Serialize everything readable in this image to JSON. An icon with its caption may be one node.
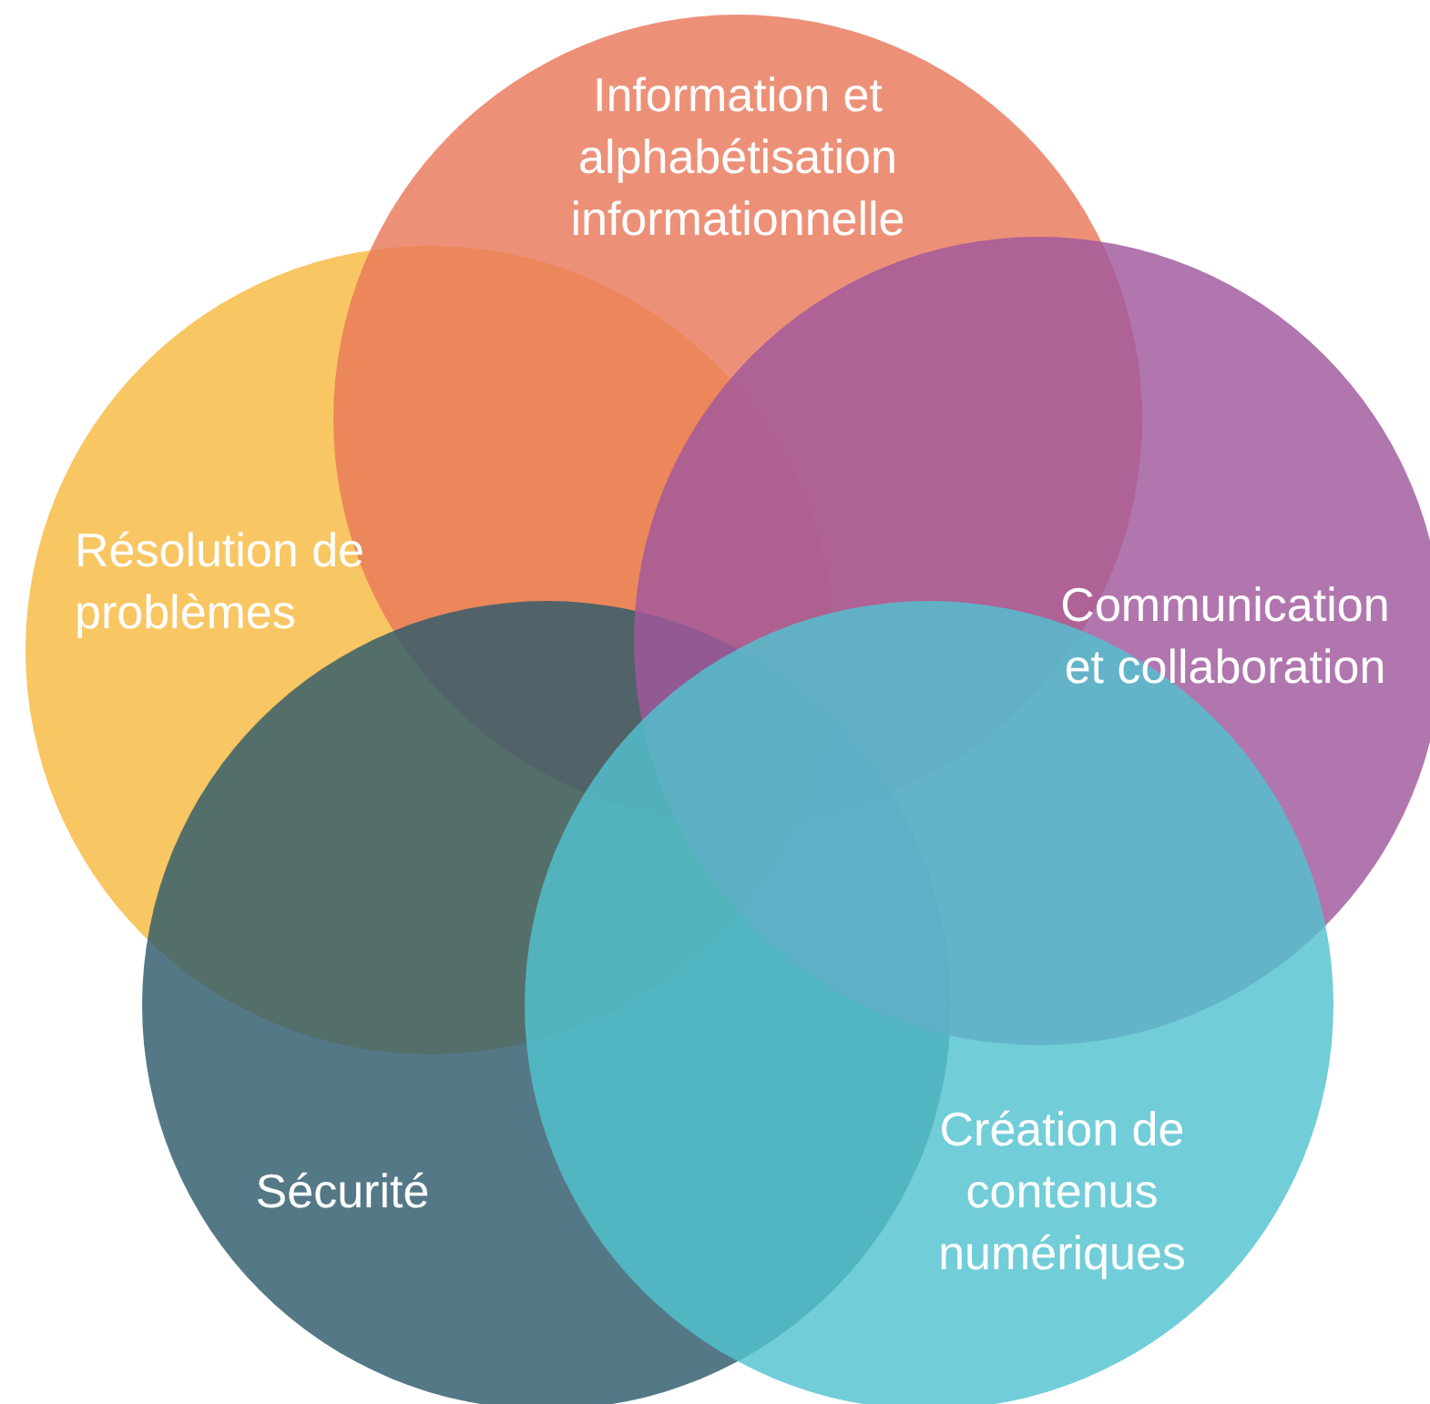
{
  "diagram": {
    "nodes": [
      {
        "text": [
          "Information et alphabétisation informationnelle"
        ]
      },
      {
        "text": [
          "Résolution de problèmes"
        ]
      },
      {
        "text": [
          "Communication et collaboration"
        ]
      },
      {
        "text": [
          "Sécurité"
        ]
      },
      {
        "text": [
          "Création de contenus numériques"
        ]
      }
    ],
    "edges": []
  }
}
